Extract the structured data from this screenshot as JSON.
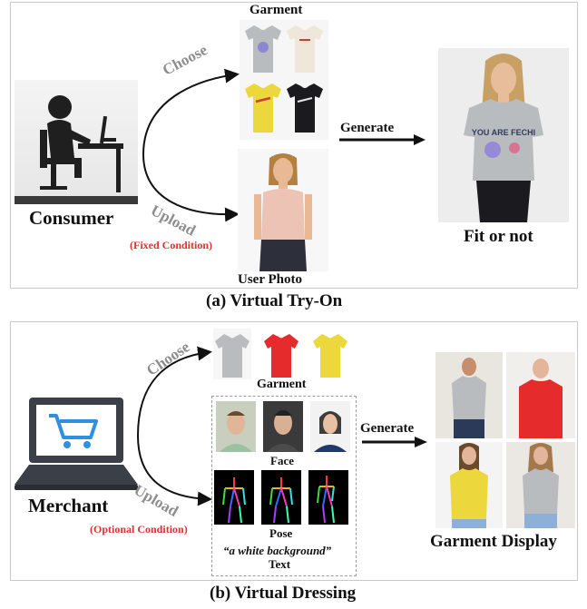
{
  "top": {
    "garment_label": "Garment",
    "choose_label": "Choose",
    "upload_label": "Upload",
    "consumer_label": "Consumer",
    "fixed_condition": "(Fixed Condition)",
    "generate_label": "Generate",
    "user_photo_label": "User Photo",
    "result_label": "Fit or not",
    "shirt_slogan": "YOU ARE FECHI",
    "caption": "(a) Virtual Try-On"
  },
  "bottom": {
    "choose_label": "Choose",
    "upload_label": "Upload",
    "garment_label": "Garment",
    "face_label": "Face",
    "pose_label": "Pose",
    "text_prompt": "“a white background”",
    "text_label": "Text",
    "merchant_label": "Merchant",
    "optional_condition": "(Optional Condition)",
    "generate_label": "Generate",
    "result_label": "Garment Display",
    "caption": "(b) Virtual Dressing"
  },
  "colors": {
    "condition_red": "#e03030",
    "arrow_gray": "#8d8d8d",
    "tee_gray": "#b9bcbe",
    "tee_cream": "#efe7da",
    "tee_yellow": "#ecd83c",
    "tee_black": "#1b1b1f",
    "tee_red": "#e52b2b",
    "cart_blue": "#2f8fe0"
  }
}
